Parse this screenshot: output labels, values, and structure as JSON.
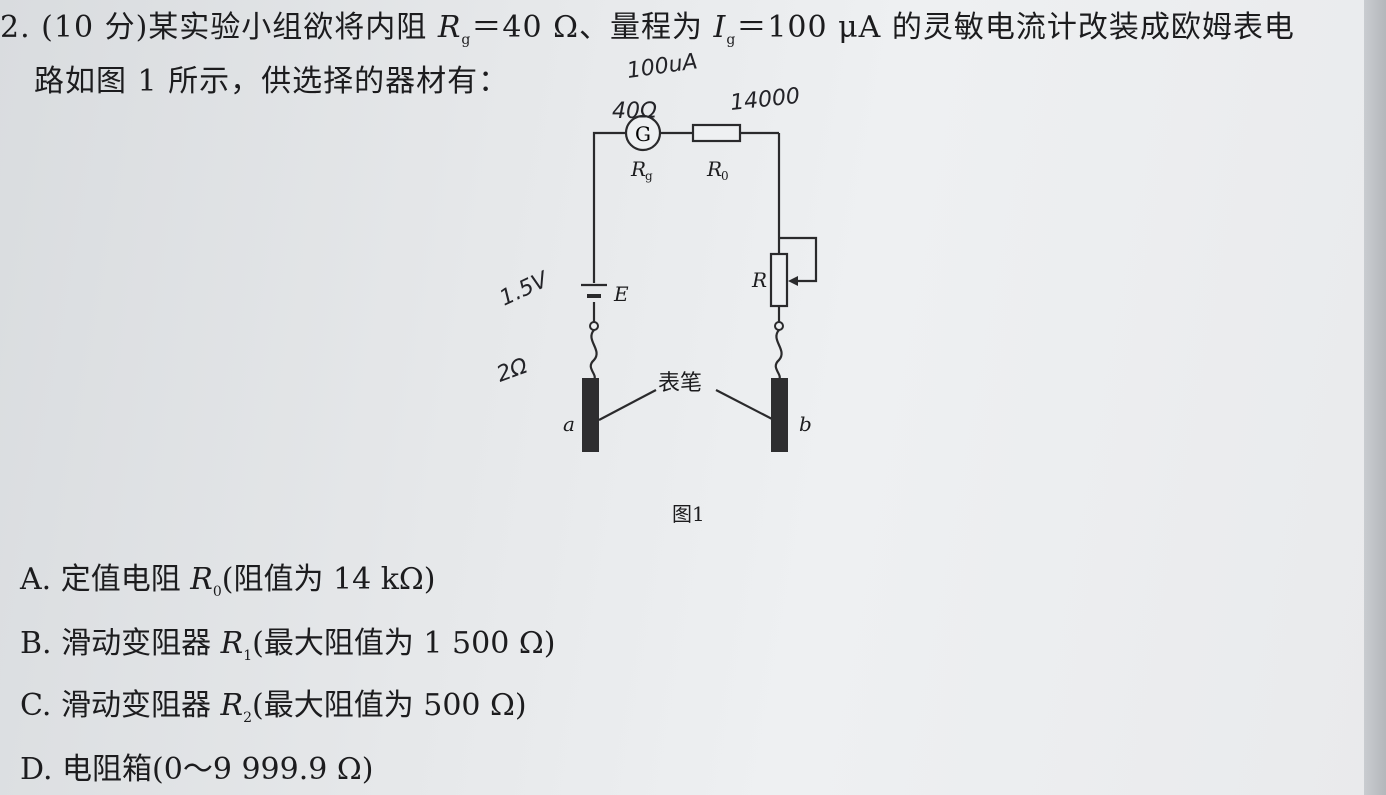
{
  "question": {
    "line1_prefix": "2. (10 分)某实验小组欲将内阻 ",
    "rg_symbol": "R",
    "rg_sub": "g",
    "line1_mid1": "＝40 Ω、量程为 ",
    "ig_symbol": "I",
    "ig_sub": "g",
    "line1_mid2": "＝100 μA 的灵敏电流计改装成欧姆表电",
    "line2": "路如图 1 所示，供选择的器材有："
  },
  "figure": {
    "caption": "图1",
    "labels": {
      "galvanometer": "G",
      "rg": "R",
      "rg_sub": "g",
      "r0": "R",
      "r0_sub": "0",
      "battery": "E",
      "rheostat": "R",
      "probes": "表笔",
      "probe_a": "a",
      "probe_b": "b"
    },
    "handwritten": {
      "top": "100uA",
      "galvanometer": "40Ω",
      "r0": "14000",
      "battery": "1.5V",
      "internal": "2Ω"
    }
  },
  "options": {
    "a_prefix": "A. 定值电阻 ",
    "a_sym": "R",
    "a_sub": "0",
    "a_suffix": "(阻值为 14 kΩ)",
    "b_prefix": "B. 滑动变阻器 ",
    "b_sym": "R",
    "b_sub": "1",
    "b_suffix": "(最大阻值为 1 500 Ω)",
    "c_prefix": "C. 滑动变阻器 ",
    "c_sym": "R",
    "c_sub": "2",
    "c_suffix": "(最大阻值为 500 Ω)",
    "d_text": "D. 电阻箱(0～9 999.9 Ω)"
  }
}
